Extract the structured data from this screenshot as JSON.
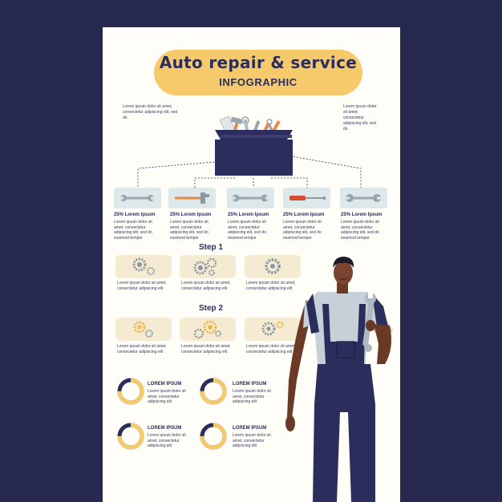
{
  "header": {
    "title": "Auto repair & service",
    "subtitle": "INFOGRAPHIC"
  },
  "intro": {
    "left_text": "Lorem ipsum dolor sit amet, consectetur adipiscing elit, sed do",
    "right_text": "Lorem ipsum dolor sit amet, consectetur adipiscing elit, sed do"
  },
  "tools": [
    {
      "icon": "wrench-icon",
      "heading": "25% Lorem Ipsum",
      "text": "Lorem ipsum dolor sit amet, consectetur adipiscing elit, sed do eiusmod tempor"
    },
    {
      "icon": "hammer-icon",
      "heading": "25% Lorem Ipsum",
      "text": "Lorem ipsum dolor sit amet, consectetur adipiscing elit, sed do eiusmod tempor"
    },
    {
      "icon": "wrench-icon",
      "heading": "25% Lorem Ipsum",
      "text": "Lorem ipsum dolor sit amet, consectetur adipiscing elit, sed do eiusmod tempor"
    },
    {
      "icon": "screwdriver-icon",
      "heading": "25% Lorem Ipsum",
      "text": "Lorem ipsum dolor sit amet, consectetur adipiscing elit, sed do eiusmod tempor"
    },
    {
      "icon": "wrench-icon",
      "heading": "25% Lorem Ipsum",
      "text": "Lorem ipsum dolor sit amet, consectetur adipiscing elit, sed do eiusmod tempor"
    }
  ],
  "steps": [
    {
      "title": "Step 1",
      "cards": [
        {
          "icon": "gears-icon",
          "text": "Lorem ipsum dolor sit amet, consectetur adipiscing elit"
        },
        {
          "icon": "gears-icon",
          "text": "Lorem ipsum dolor sit amet, consectetur adipiscing elit"
        },
        {
          "icon": "gear-icon",
          "text": "Lorem ipsum dolor sit amet, consectetur adipiscing elit"
        }
      ]
    },
    {
      "title": "Step 2",
      "cards": [
        {
          "icon": "gears-icon",
          "text": "Lorem ipsum dolor sit amet, consectetur adipiscing elit"
        },
        {
          "icon": "gears-icon",
          "text": "Lorem ipsum dolor sit amet, consectetur adipiscing elit"
        },
        {
          "icon": "gears-icon",
          "text": "Lorem ipsum dolor sit amet, consectetur adipiscing elit"
        }
      ]
    }
  ],
  "stats": [
    {
      "heading": "LOREM IPSUM",
      "text": "Lorem ipsum dolor sit amet, consectetur adipiscing elit"
    },
    {
      "heading": "LOREM IPSUM",
      "text": "Lorem ipsum dolor sit amet, consectetur adipiscing elit"
    },
    {
      "heading": "LOREM IPSUM",
      "text": "Lorem ipsum dolor sit amet, consectetur adipiscing elit"
    },
    {
      "heading": "LOREM IPSUM",
      "text": "Lorem ipsum dolor sit amet, consectetur adipiscing elit"
    }
  ],
  "colors": {
    "background": "#27284f",
    "paper": "#fffdf7",
    "accent": "#f6c96a",
    "navy": "#2b2d5c",
    "card": "#f5ead2",
    "tool_box": "#dde8ea",
    "orange": "#e8894a"
  }
}
